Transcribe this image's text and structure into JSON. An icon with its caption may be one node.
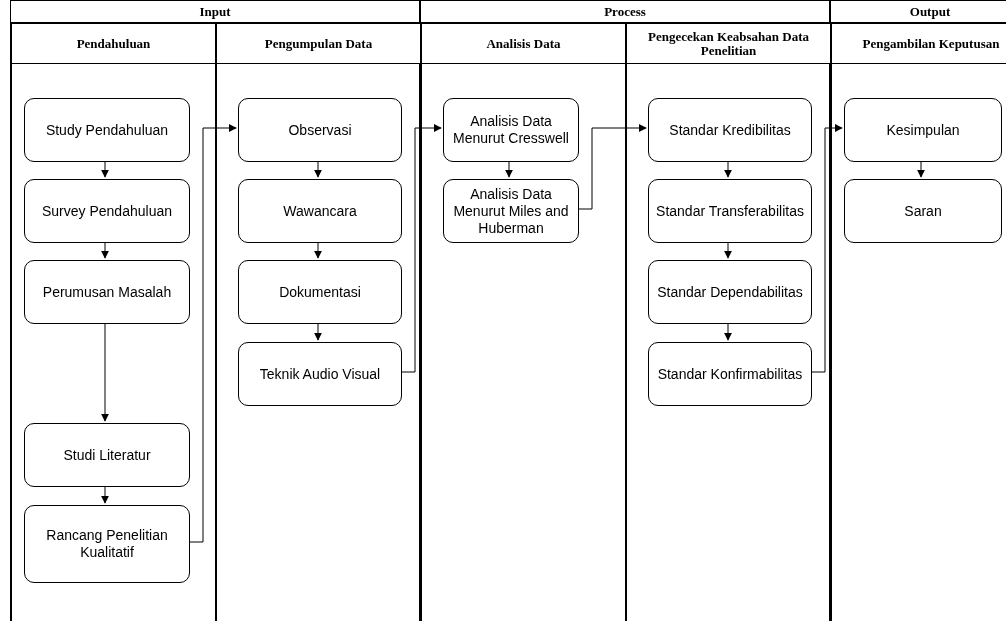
{
  "diagram": {
    "nodes": [
      {
        "text": [
          "Input"
        ]
      },
      {
        "text": [
          "Pendahuluan"
        ],
        "in": 0
      },
      {
        "text": [
          "Study Pendahuluan"
        ],
        "in": 1
      },
      {
        "text": [
          "Survey Pendahuluan"
        ],
        "in": 1
      },
      {
        "text": [
          "Perumusan Masalah"
        ],
        "in": 1
      },
      {
        "text": [
          "Studi Literatur"
        ],
        "in": 1
      },
      {
        "text": [
          "Rancang Penelitian Kualitatif"
        ],
        "in": 1
      },
      {
        "text": [
          "Pengumpulan Data"
        ],
        "in": 0
      },
      {
        "text": [
          "Observasi"
        ],
        "in": 7
      },
      {
        "text": [
          "Wawancara"
        ],
        "in": 7
      },
      {
        "text": [
          "Dokumentasi"
        ],
        "in": 7
      },
      {
        "text": [
          "Teknik Audio Visual"
        ],
        "in": 7
      },
      {
        "text": [
          "Process"
        ]
      },
      {
        "text": [
          "Analisis Data"
        ],
        "in": 12
      },
      {
        "text": [
          "Analisis Data Menurut Cresswell"
        ],
        "in": 13
      },
      {
        "text": [
          "Analisis Data Menurut Miles and Huberman"
        ],
        "in": 13
      },
      {
        "text": [
          "Pengecekan Keabsahan Data Penelitian"
        ],
        "in": 12
      },
      {
        "text": [
          "Standar Kredibilitas"
        ],
        "in": 16
      },
      {
        "text": [
          "Standar Transferabilitas"
        ],
        "in": 16
      },
      {
        "text": [
          "Standar Dependabilitas"
        ],
        "in": 16
      },
      {
        "text": [
          "Standar Konfirmabilitas"
        ],
        "in": 16
      },
      {
        "text": [
          "Output"
        ]
      },
      {
        "text": [
          "Pengambilan Keputusan"
        ],
        "in": 21
      },
      {
        "text": [
          "Kesimpulan"
        ],
        "in": 22
      },
      {
        "text": [
          "Saran"
        ],
        "in": 22
      }
    ],
    "edges": [
      {
        "from": 2,
        "to": 3,
        "arrow": "to"
      },
      {
        "from": 3,
        "to": 4,
        "arrow": "to"
      },
      {
        "from": 4,
        "to": 5,
        "arrow": "to"
      },
      {
        "from": 5,
        "to": 6,
        "arrow": "to"
      },
      {
        "from": 6,
        "to": 8,
        "arrow": "to"
      },
      {
        "from": 8,
        "to": 9,
        "arrow": "to"
      },
      {
        "from": 9,
        "to": 10,
        "arrow": "to"
      },
      {
        "from": 10,
        "to": 11,
        "arrow": "to"
      },
      {
        "from": 11,
        "to": 14,
        "arrow": "to"
      },
      {
        "from": 14,
        "to": 15,
        "arrow": "to"
      },
      {
        "from": 15,
        "to": 17,
        "arrow": "to"
      },
      {
        "from": 17,
        "to": 18,
        "arrow": "to"
      },
      {
        "from": 18,
        "to": 19,
        "arrow": "to"
      },
      {
        "from": 19,
        "to": 20,
        "arrow": "to"
      },
      {
        "from": 20,
        "to": 23,
        "arrow": "to"
      },
      {
        "from": 23,
        "to": 24,
        "arrow": "to"
      }
    ]
  }
}
